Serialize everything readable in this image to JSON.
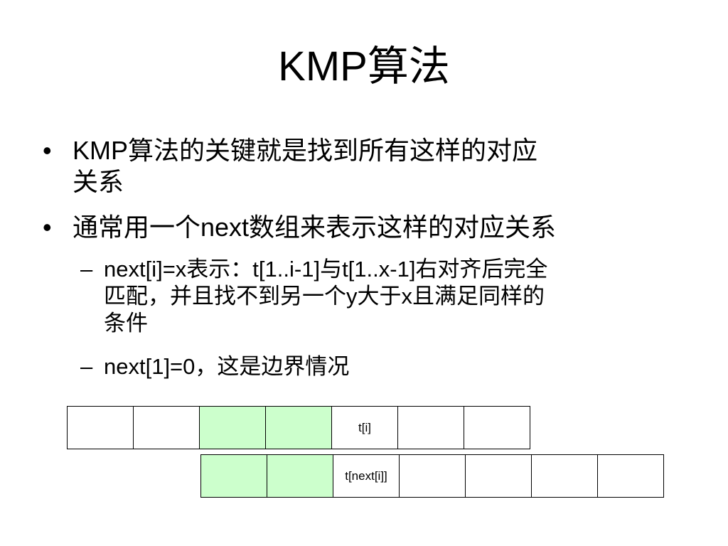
{
  "slide": {
    "title": "KMP算法",
    "bullets": [
      {
        "mark": "•",
        "lines": [
          "KMP算法的关键就是找到所有这样的对应",
          "关系"
        ]
      },
      {
        "mark": "•",
        "lines": [
          "通常用一个next数组来表示这样的对应关系"
        ]
      }
    ],
    "subbullets": [
      {
        "mark": "–",
        "lines": [
          "next[i]=x表示：t[1..i-1]与t[1..x-1]右对齐后完全",
          "匹配，并且找不到另一个y大于x且满足同样的",
          "条件"
        ]
      },
      {
        "mark": "–",
        "lines": [
          "next[1]=0，这是边界情况"
        ]
      }
    ]
  },
  "diagram": {
    "highlight_color": "#ccffcc",
    "top_row": [
      "",
      "",
      "",
      "",
      "t[i]",
      "",
      ""
    ],
    "top_highlight": [
      false,
      false,
      true,
      true,
      false,
      false,
      false
    ],
    "bottom_row": [
      "",
      "",
      "t[next[i]]",
      "",
      "",
      "",
      ""
    ],
    "bottom_highlight": [
      true,
      true,
      false,
      false,
      false,
      false,
      false
    ]
  }
}
